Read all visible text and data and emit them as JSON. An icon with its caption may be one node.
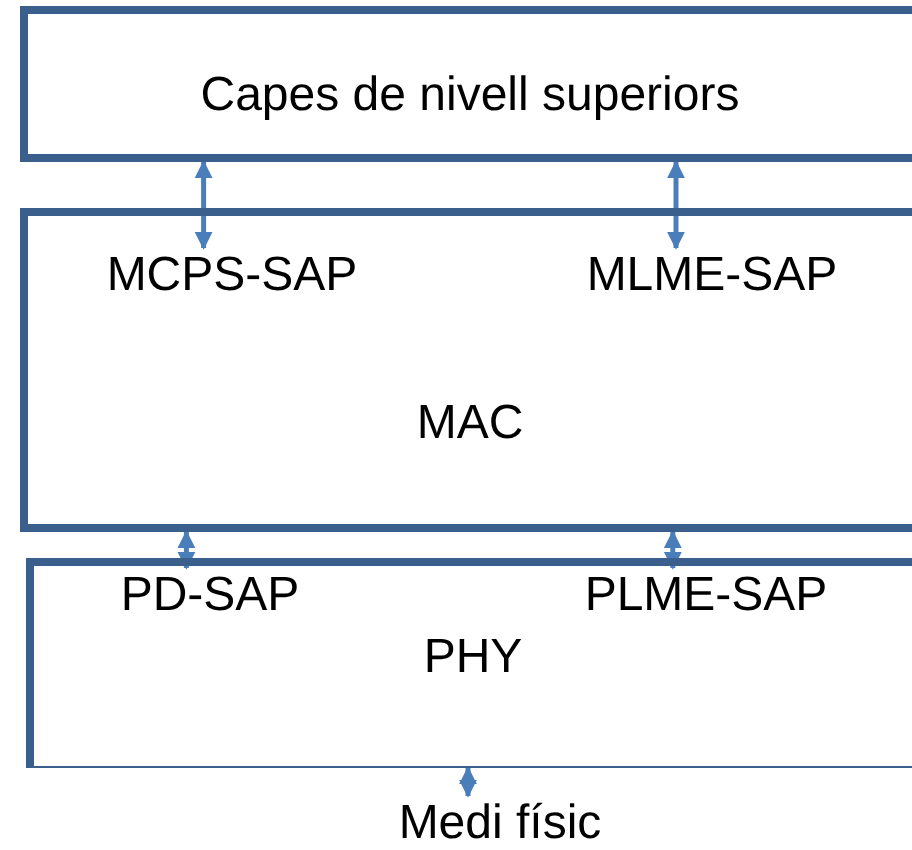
{
  "diagram": {
    "nodes": [
      {
        "text": [
          "Capes de nivell superiors"
        ]
      },
      {
        "text": [
          "MAC"
        ]
      },
      {
        "text": [
          "MCPS-SAP"
        ],
        "in": 1
      },
      {
        "text": [
          "MLME-SAP"
        ],
        "in": 1
      },
      {
        "text": [
          "PHY"
        ]
      },
      {
        "text": [
          "PD-SAP"
        ],
        "in": 4
      },
      {
        "text": [
          "PLME-SAP"
        ],
        "in": 4
      },
      {
        "text": [
          "Medi físic"
        ]
      }
    ],
    "edges": [
      {
        "from": 0,
        "to": 2,
        "arrow": "both"
      },
      {
        "from": 0,
        "to": 3,
        "arrow": "both"
      },
      {
        "from": 1,
        "to": 5,
        "arrow": "both"
      },
      {
        "from": 1,
        "to": 6,
        "arrow": "both"
      },
      {
        "from": 4,
        "to": 7,
        "arrow": "both"
      }
    ]
  }
}
